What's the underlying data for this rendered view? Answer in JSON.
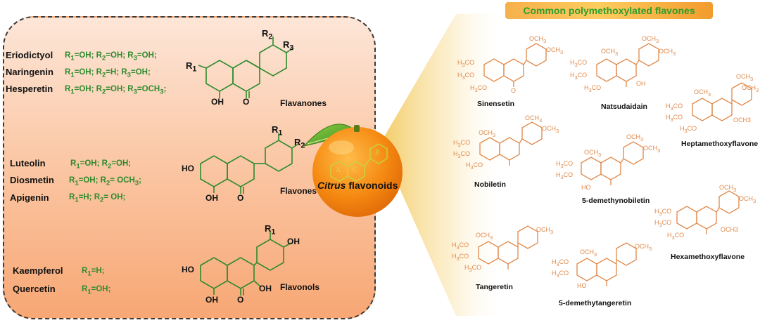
{
  "banner_title": "Common  polymethoxylated flavones",
  "center_label": {
    "italic": "Citrus",
    "rest": " flavonoids"
  },
  "ring_letters": {
    "a": "A",
    "c": "C",
    "b": "B"
  },
  "classes": {
    "flavanones": {
      "name": "Flavanones",
      "compounds": [
        {
          "name": "Eriodictyol",
          "r1": "OH",
          "r2": "OH",
          "r3": "OH;"
        },
        {
          "name": "Naringenin",
          "r1": "OH",
          "r2": "H",
          "r3": "OH;"
        },
        {
          "name": "Hesperetin",
          "r1": "OH",
          "r2": "OH",
          "r3": "OCH",
          "r3_sub": "3",
          "r3_tail": ";"
        }
      ]
    },
    "flavones": {
      "name": "Flavones",
      "compounds": [
        {
          "name": "Luteolin",
          "r1": "OH",
          "r2": "OH;"
        },
        {
          "name": "Diosmetin",
          "r1": "OH",
          "r2": " OCH",
          "r2_sub": "3",
          "r2_tail": ";"
        },
        {
          "name": "Apigenin",
          "r1": "H",
          "r2": " OH;"
        }
      ]
    },
    "flavonols": {
      "name": "Flavonols",
      "compounds": [
        {
          "name": "Kaempferol",
          "r1": "H;"
        },
        {
          "name": "Quercetin",
          "r1": "OH;"
        }
      ]
    }
  },
  "struct_labels": {
    "r1": "R",
    "r2": "R",
    "r3": "R",
    "sub1": "1",
    "sub2": "2",
    "sub3": "3",
    "oh": "OH",
    "o": "O",
    "och3": "OCH",
    "h3co": "H",
    "co": "CO",
    "three": "3",
    "ho": "HO",
    "och3_alt": "OCH3"
  },
  "pmfs": [
    {
      "name": "Sinensetin"
    },
    {
      "name": "Natsudaidain"
    },
    {
      "name": "Heptamethoxyflavone"
    },
    {
      "name": "Nobiletin"
    },
    {
      "name": "5-demethynobiletin"
    },
    {
      "name": "Hexamethoxyflavone"
    },
    {
      "name": "Tangeretin"
    },
    {
      "name": "5-demethytangeretin"
    }
  ],
  "colors": {
    "green": "#2e8b2e",
    "orange_structure": "#e0894a",
    "banner_text": "#2e9e2e",
    "orange_fruit": "#f08a14"
  }
}
